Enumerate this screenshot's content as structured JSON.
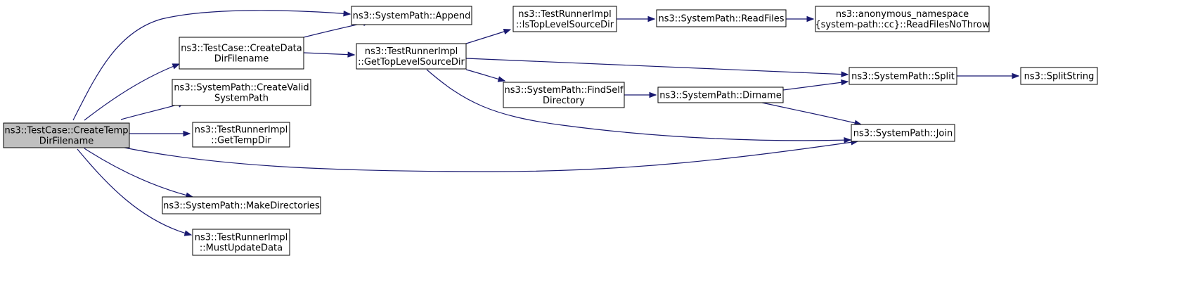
{
  "colors": {
    "edge": "#191970",
    "focus_fill": "#bfbfbf",
    "node_fill": "#ffffff",
    "border": "#000000"
  },
  "nodes": [
    {
      "id": "create_temp",
      "lines": [
        "ns3::TestCase::CreateTemp",
        "DirFilename"
      ],
      "focus": true
    },
    {
      "id": "append",
      "lines": [
        "ns3::SystemPath::Append"
      ],
      "focus": false
    },
    {
      "id": "create_data",
      "lines": [
        "ns3::TestCase::CreateData",
        "DirFilename"
      ],
      "focus": false
    },
    {
      "id": "create_valid",
      "lines": [
        "ns3::SystemPath::CreateValid",
        "SystemPath"
      ],
      "focus": false
    },
    {
      "id": "get_temp",
      "lines": [
        "ns3::TestRunnerImpl",
        "::GetTempDir"
      ],
      "focus": false
    },
    {
      "id": "make_dirs",
      "lines": [
        "ns3::SystemPath::MakeDirectories"
      ],
      "focus": false
    },
    {
      "id": "must_update",
      "lines": [
        "ns3::TestRunnerImpl",
        "::MustUpdateData"
      ],
      "focus": false
    },
    {
      "id": "get_top",
      "lines": [
        "ns3::TestRunnerImpl",
        "::GetTopLevelSourceDir"
      ],
      "focus": false
    },
    {
      "id": "is_top",
      "lines": [
        "ns3::TestRunnerImpl",
        "::IsTopLevelSourceDir"
      ],
      "focus": false
    },
    {
      "id": "find_self",
      "lines": [
        "ns3::SystemPath::FindSelf",
        "Directory"
      ],
      "focus": false
    },
    {
      "id": "read_files",
      "lines": [
        "ns3::SystemPath::ReadFiles"
      ],
      "focus": false
    },
    {
      "id": "dirname",
      "lines": [
        "ns3::SystemPath::Dirname"
      ],
      "focus": false
    },
    {
      "id": "read_nothrow",
      "lines": [
        "ns3::anonymous_namespace",
        "{system-path::cc}::ReadFilesNoThrow"
      ],
      "focus": false
    },
    {
      "id": "split",
      "lines": [
        "ns3::SystemPath::Split"
      ],
      "focus": false
    },
    {
      "id": "join",
      "lines": [
        "ns3::SystemPath::Join"
      ],
      "focus": false
    },
    {
      "id": "split_string",
      "lines": [
        "ns3::SplitString"
      ],
      "focus": false
    }
  ],
  "edges": [
    {
      "from": "create_temp",
      "to": "append"
    },
    {
      "from": "create_temp",
      "to": "create_data"
    },
    {
      "from": "create_temp",
      "to": "create_valid"
    },
    {
      "from": "create_temp",
      "to": "get_temp"
    },
    {
      "from": "create_temp",
      "to": "join"
    },
    {
      "from": "create_temp",
      "to": "make_dirs"
    },
    {
      "from": "create_temp",
      "to": "must_update"
    },
    {
      "from": "create_data",
      "to": "append"
    },
    {
      "from": "create_data",
      "to": "get_top"
    },
    {
      "from": "get_top",
      "to": "is_top"
    },
    {
      "from": "get_top",
      "to": "split"
    },
    {
      "from": "get_top",
      "to": "find_self"
    },
    {
      "from": "get_top",
      "to": "join"
    },
    {
      "from": "is_top",
      "to": "read_files"
    },
    {
      "from": "read_files",
      "to": "read_nothrow"
    },
    {
      "from": "find_self",
      "to": "dirname"
    },
    {
      "from": "dirname",
      "to": "split"
    },
    {
      "from": "dirname",
      "to": "join"
    },
    {
      "from": "split",
      "to": "split_string"
    }
  ]
}
